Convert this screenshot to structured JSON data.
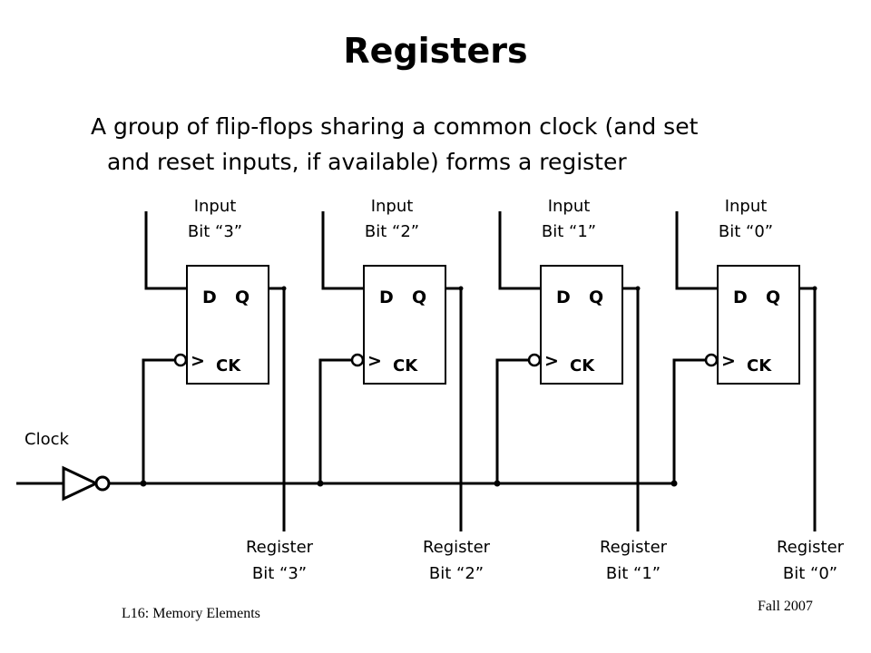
{
  "title": "Registers",
  "subtitle": {
    "line1": "A group of flip-flops sharing a common clock (and set",
    "line2": "and reset inputs, if available) forms a register"
  },
  "clock_label": "Clock",
  "flipflop_pins": {
    "d": "D",
    "q": "Q",
    "ck": "CK",
    "edge": ">"
  },
  "flipflops": [
    {
      "input_line1": "Input",
      "input_line2": "Bit “3”",
      "output_line1": "Register",
      "output_line2": "Bit “3”"
    },
    {
      "input_line1": "Input",
      "input_line2": "Bit “2”",
      "output_line1": "Register",
      "output_line2": "Bit “2”"
    },
    {
      "input_line1": "Input",
      "input_line2": "Bit “1”",
      "output_line1": "Register",
      "output_line2": "Bit “1”"
    },
    {
      "input_line1": "Input",
      "input_line2": "Bit “0”",
      "output_line1": "Register",
      "output_line2": "Bit “0”"
    }
  ],
  "footer": {
    "left": "L16: Memory Elements",
    "right": "Fall 2007"
  }
}
